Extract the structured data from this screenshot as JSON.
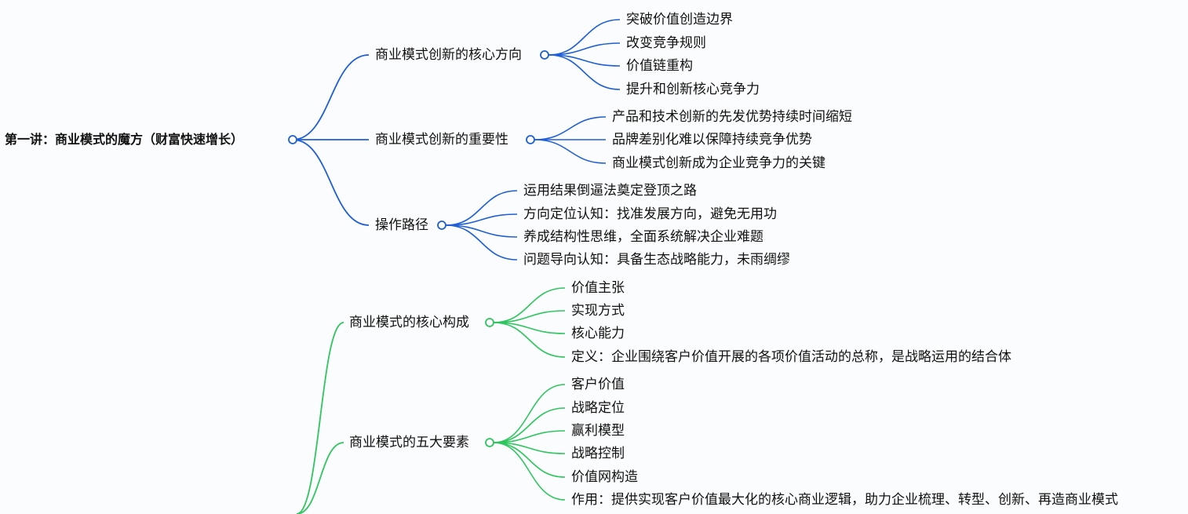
{
  "root": {
    "label": "第一讲：商业模式的魔方（财富快速增长）"
  },
  "branches": [
    {
      "label": "商业模式创新的核心方向",
      "color": "#1f5fd6",
      "children": [
        "突破价值创造边界",
        "改变竞争规则",
        "价值链重构",
        "提升和创新核心竞争力"
      ]
    },
    {
      "label": "商业模式创新的重要性",
      "color": "#1f5fd6",
      "children": [
        "产品和技术创新的先发优势持续时间缩短",
        "品牌差别化难以保障持续竞争优势",
        "商业模式创新成为企业竞争力的关键"
      ]
    },
    {
      "label": "操作路径",
      "color": "#1f5fd6",
      "children": [
        "运用结果倒逼法奠定登顶之路",
        "方向定位认知：找准发展方向，避免无用功",
        "养成结构性思维，全面系统解决企业难题",
        "问题导向认知：具备生态战略能力，未雨绸缪"
      ]
    },
    {
      "label": "商业模式的核心构成",
      "color": "#2fc55f",
      "children": [
        "价值主张",
        "实现方式",
        "核心能力",
        "定义：企业围绕客户价值开展的各项价值活动的总称，是战略运用的结合体"
      ]
    },
    {
      "label": "商业模式的五大要素",
      "color": "#2fc55f",
      "children": [
        "客户价值",
        "战略定位",
        "赢利模型",
        "战略控制",
        "价值网构造",
        "作用：提供实现客户价值最大化的核心商业逻辑，助力企业梳理、转型、创新、再造商业模式"
      ]
    }
  ]
}
